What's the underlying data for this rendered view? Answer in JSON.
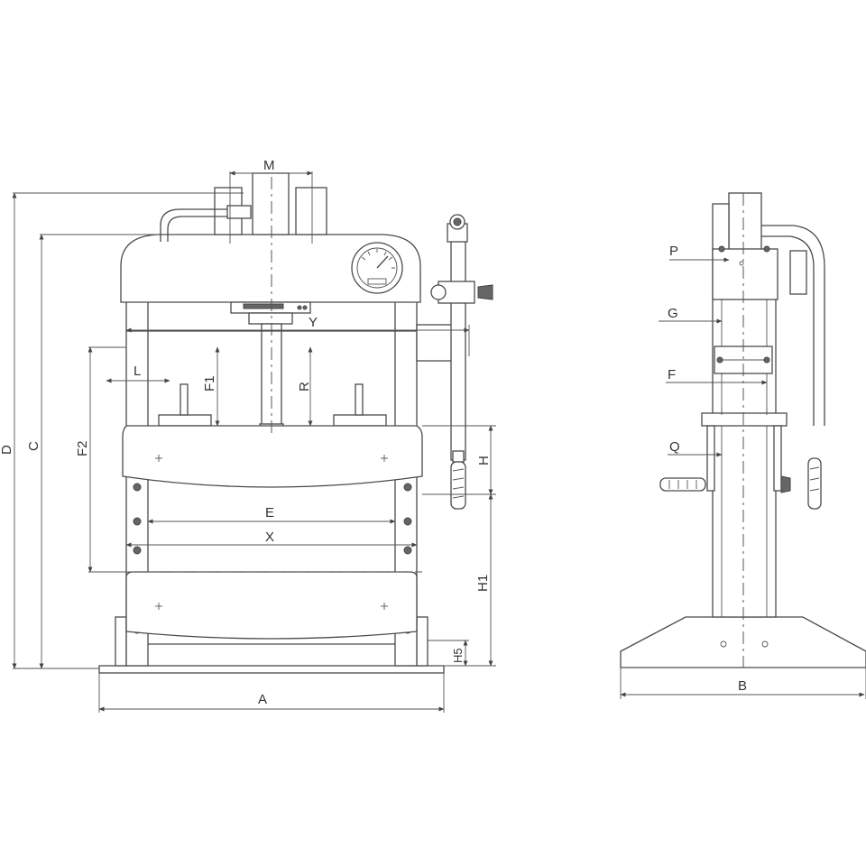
{
  "front_view": {
    "labels": {
      "M": "M",
      "Y": "Y",
      "L": "L",
      "F1": "F1",
      "R": "R",
      "F2": "F2",
      "H": "H",
      "E": "E",
      "X": "X",
      "H1": "H1",
      "H5": "H5",
      "A": "A",
      "C": "C",
      "D": "D"
    }
  },
  "side_view": {
    "labels": {
      "P": "P",
      "G": "G",
      "F": "F",
      "Q": "Q",
      "B": "B"
    }
  },
  "colors": {
    "line": "#4a4a4a",
    "background": "#ffffff"
  }
}
